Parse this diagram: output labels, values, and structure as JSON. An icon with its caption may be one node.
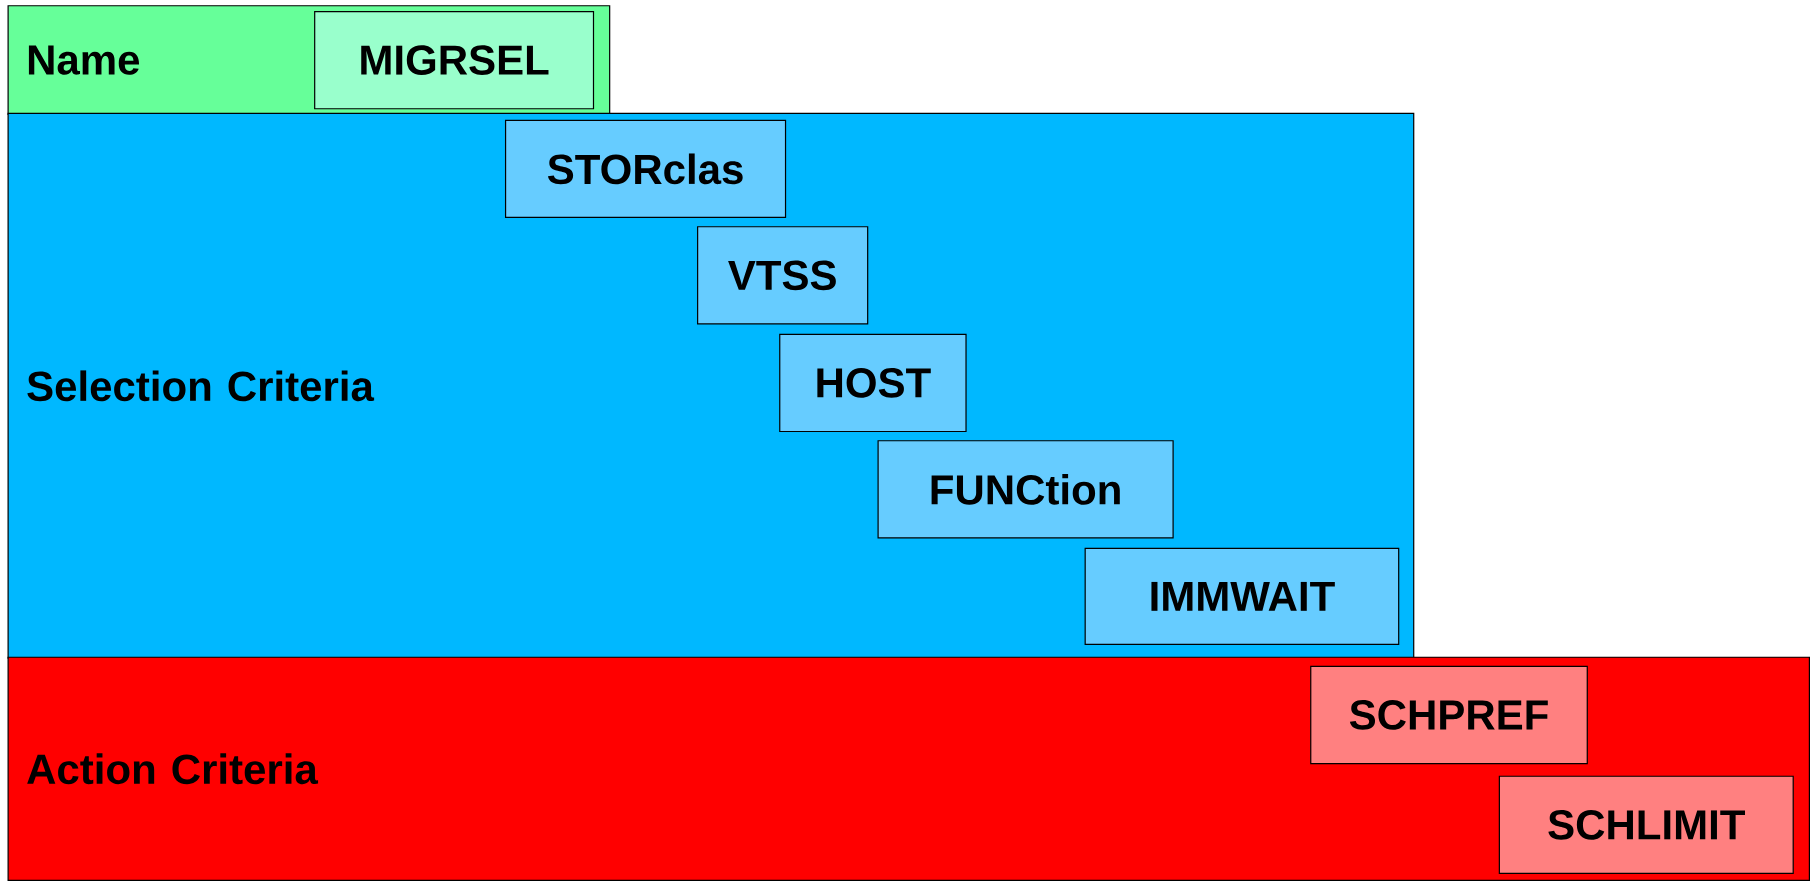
{
  "diagram": {
    "nodes": [
      {
        "text": [
          "Name"
        ]
      },
      {
        "text": [
          "MIGRSEL"
        ],
        "in": 0
      },
      {
        "text": [
          "Selection Criteria"
        ]
      },
      {
        "text": [
          "STORclas"
        ],
        "in": 2
      },
      {
        "text": [
          "VTSS"
        ],
        "in": 2
      },
      {
        "text": [
          "HOST"
        ],
        "in": 2
      },
      {
        "text": [
          "FUNCtion"
        ],
        "in": 2
      },
      {
        "text": [
          "IMMWAIT"
        ],
        "in": 2
      },
      {
        "text": [
          "Action Criteria"
        ]
      },
      {
        "text": [
          "SCHPREF"
        ],
        "in": 8
      },
      {
        "text": [
          "SCHLIMIT"
        ],
        "in": 8
      }
    ]
  }
}
